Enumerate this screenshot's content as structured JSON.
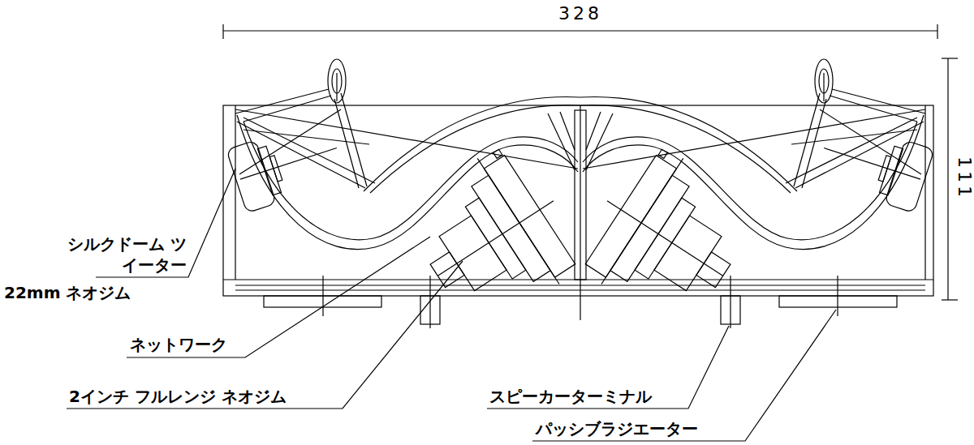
{
  "diagram": {
    "labels": [
      "328",
      "111",
      "シルクドーム ツイーター",
      "22mm ネオジム",
      "ネットワーク",
      "2インチ フルレンジ ネオジム",
      "スピーカーターミナル",
      "パッシブラジエーター"
    ]
  }
}
